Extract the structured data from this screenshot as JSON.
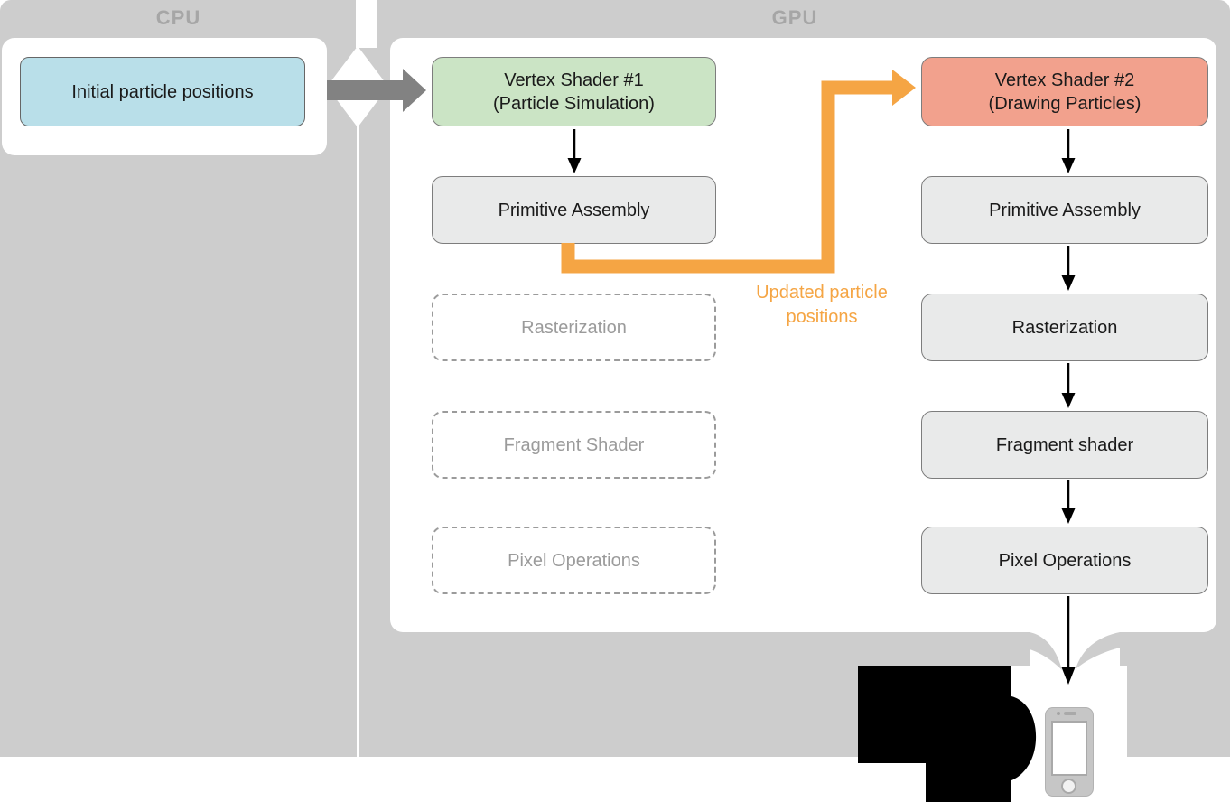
{
  "header": {
    "cpu": "CPU",
    "gpu": "GPU"
  },
  "cpu_node": {
    "label": "Initial particle positions"
  },
  "pass1": {
    "vertex_line1": "Vertex Shader #1",
    "vertex_line2": "(Particle Simulation)",
    "primitive": "Primitive Assembly",
    "raster": "Rasterization",
    "fragment": "Fragment Shader",
    "pixel": "Pixel Operations"
  },
  "pass2": {
    "vertex_line1": "Vertex Shader #2",
    "vertex_line2": "(Drawing Particles)",
    "primitive": "Primitive Assembly",
    "raster": "Rasterization",
    "fragment": "Fragment shader",
    "pixel": "Pixel Operations"
  },
  "annotations": {
    "feedback_line1": "Updated particle",
    "feedback_line2": "positions"
  },
  "icons": {
    "phone": "smartphone-icon"
  },
  "colors": {
    "background_gray": "#cdcdcd",
    "panel_white": "#ffffff",
    "header_text": "#a6a6a6",
    "node_blue": "#b9dfe9",
    "node_green": "#cbe4c5",
    "node_salmon": "#f2a18d",
    "node_gray": "#e9eaea",
    "node_border": "#7d7d7d",
    "dashed_border": "#9b9b9b",
    "dashed_text": "#9b9b9b",
    "transfer_arrow_gray": "#828282",
    "accent_orange": "#f5a544",
    "arrow_black": "#000000",
    "phone_gray": "#c6c6c6"
  }
}
